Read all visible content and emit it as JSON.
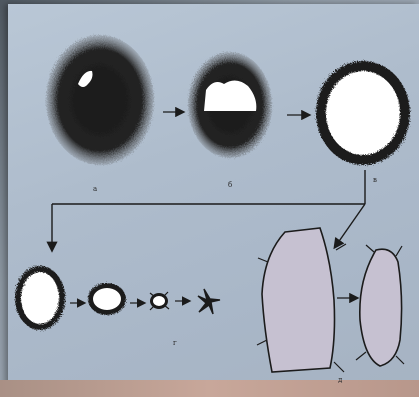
{
  "figure": {
    "labels": {
      "a": "а",
      "b": "б",
      "v": "в",
      "g": "г",
      "d": "д"
    },
    "colors": {
      "page": "#b0bfcf",
      "ink": "#1b1b1b",
      "cell_fill": "#ffffff",
      "tissue_fill": "#c8c2d2",
      "corner_text_bottom_right": "#c0392b"
    },
    "stages": [
      "dense-lesion-with-small-cavity",
      "lesion-with-cavity",
      "thin-walled-cavity",
      "healing-scar-sequence",
      "cyst-like-cavity"
    ]
  }
}
